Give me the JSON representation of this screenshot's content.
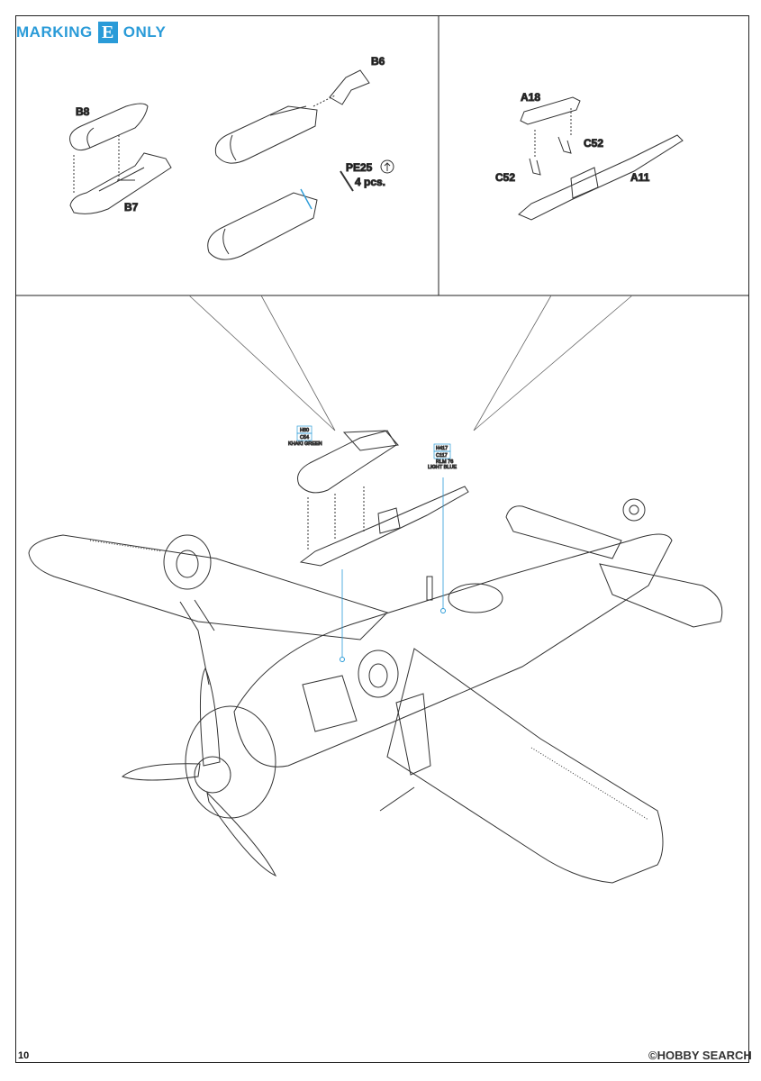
{
  "header": {
    "marking_prefix": "MARKING",
    "marking_letter": "E",
    "marking_suffix": "ONLY"
  },
  "parts": {
    "b8": "B8",
    "b7": "B7",
    "b6": "B6",
    "pe25": "PE25",
    "pe25_qty": "4 pcs.",
    "a18": "A18",
    "c52_right": "C52",
    "c52_left": "C52",
    "a11": "A11"
  },
  "callouts": {
    "khaki": {
      "code1": "H80",
      "code2": "C54",
      "name": "KHAKI GREEN"
    },
    "blue": {
      "code1": "H417",
      "code2": "C117",
      "name1": "RLM 76",
      "name2": "LIGHT BLUE"
    }
  },
  "footer": {
    "page_number": "10",
    "watermark": "©HOBBY SEARCH"
  }
}
